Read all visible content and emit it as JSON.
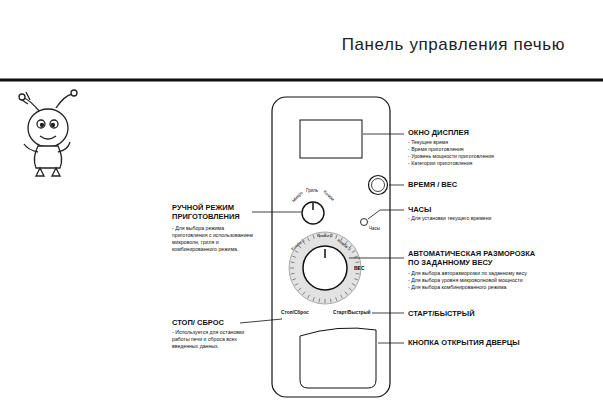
{
  "diagram": {
    "title": "Панель управления печью",
    "labels": [
      "ОКНО ДИСПЛЕЯ",
      "- Текущее время",
      "- Время приготовления",
      "- Уровень мощности приготовления",
      "- Категории приготовления",
      "ВРЕМЯ / ВЕС",
      "Микро",
      "Гриль",
      "Комби",
      "РУЧНОЙ РЕЖИМ ПРИГОТОВЛЕНИЯ",
      "- Для выбора режима приготовления с использованием микроволн, гриля и комбинированного режима.",
      "ЧАСЫ",
      "- Для установки текущего времени",
      "Часы",
      "Комби 2",
      "Комби 1",
      "Комби 3",
      "ВЕС",
      "АВТОМАТИЧЕСКАЯ РАЗМОРОЗКА ПО ЗАДАННОМУ ВЕСУ",
      "- Для выбора авторазморозки по заданному весу",
      "- Для выбора уровня микроволновой мощности",
      "- Для выбора комбинированного режима",
      "Стоп/Сброс",
      "Старт/Быстрый",
      "СТАРТ/БЫСТРЫЙ",
      "СТОП/ СБРОС",
      "- Используется для остановки работы печи и сброса всех введенных данных.",
      "КНОПКА ОТКРЫТИЯ ДВЕРЦЫ"
    ]
  }
}
